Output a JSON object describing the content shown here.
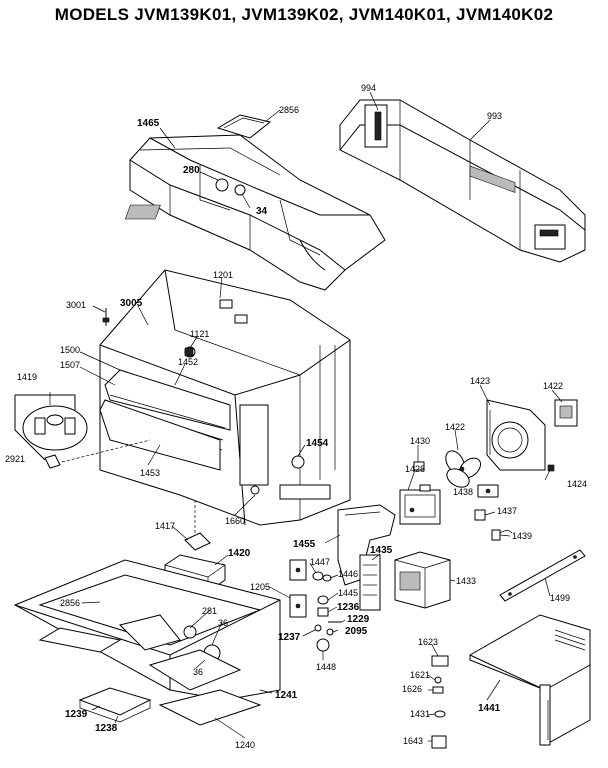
{
  "title": "MODELS JVM139K01, JVM139K02, JVM140K01, JVM140K02",
  "labels": {
    "p994": "994",
    "p993": "993",
    "p1465": "1465",
    "p2856": "2856",
    "p280": "280",
    "p34": "34",
    "p1201": "1201",
    "p3001": "3001",
    "p3005": "3005",
    "p1121": "1121",
    "p1500": "1500",
    "p1507": "1507",
    "p1452": "1452",
    "p1419": "1419",
    "p2921": "2921",
    "p1453": "1453",
    "p1454": "1454",
    "p1660": "1660",
    "p1417": "1417",
    "p1420": "1420",
    "p1455": "1455",
    "p1423": "1423",
    "p1422a": "1422",
    "p1422b": "1422",
    "p1430": "1430",
    "p1428": "1428",
    "p1438": "1438",
    "p1424": "1424",
    "p1437": "1437",
    "p1439": "1439",
    "p1435": "1435",
    "p1447": "1447",
    "p1446": "1446",
    "p1205": "1205",
    "p1445": "1445",
    "p1236": "1236",
    "p1229": "1229",
    "p2095": "2095",
    "p1237": "1237",
    "p1448": "1448",
    "p1433": "1433",
    "p1499": "1499",
    "p2856b": "2856",
    "p281": "281",
    "p36a": "36",
    "p36b": "36",
    "p1241": "1241",
    "p1239": "1239",
    "p1238": "1238",
    "p1240": "1240",
    "p1623": "1623",
    "p1621": "1621",
    "p1626": "1626",
    "p1431": "1431",
    "p1643": "1643",
    "p1441": "1441"
  }
}
